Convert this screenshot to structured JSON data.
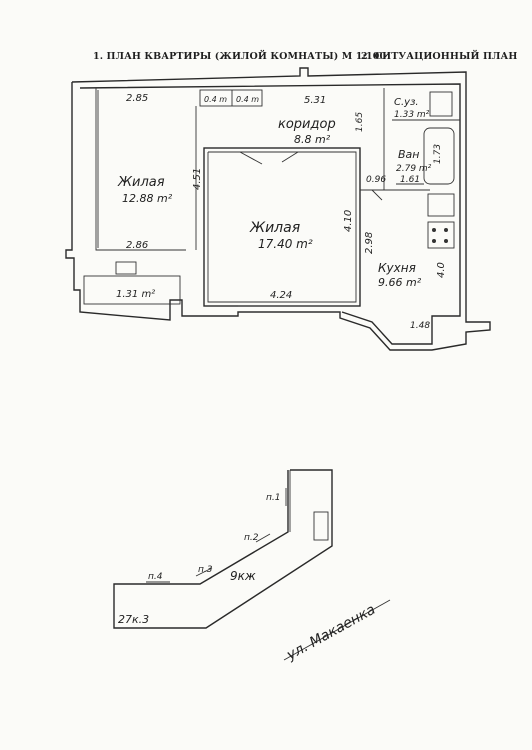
{
  "headers": {
    "plan_title": "1. ПЛАН КВАРТИРЫ (ЖИЛОЙ КОМНАТЫ) М 1:100",
    "situation_title": "2. СИТУАЦИОННЫЙ ПЛАН"
  },
  "rooms": {
    "living_small_name": "Жилая",
    "living_small_area": "12.88 m²",
    "living_large_name": "Жилая",
    "living_large_area": "17.40 m²",
    "corridor_name": "коридор",
    "corridor_area": "8.8 m²",
    "wc_name": "С.уз.",
    "wc_area": "1.33 m²",
    "bath_name": "Ван",
    "bath_area": "2.79 m²",
    "kitchen_name": "Кухня",
    "kitchen_area": "9.66 m²",
    "balcony_area": "1.31 m²"
  },
  "dimensions": {
    "d285": "2.85",
    "d04a": "0.4 m",
    "d04b": "0.4 m",
    "d531": "5.31",
    "d165": "1.65",
    "d173": "1.73",
    "d161": "1.61",
    "d451": "4.51",
    "d096": "0.96",
    "d410": "4.10",
    "d286": "2.86",
    "d298": "2.98",
    "d40": "4.0",
    "d424": "4.24",
    "d148": "1.48"
  },
  "situation": {
    "p1": "п.1",
    "p2": "п.2",
    "p3": "п.3",
    "p4": "п.4",
    "building": "9кж",
    "building2": "27к.3",
    "street": "ул. Макаенка"
  }
}
